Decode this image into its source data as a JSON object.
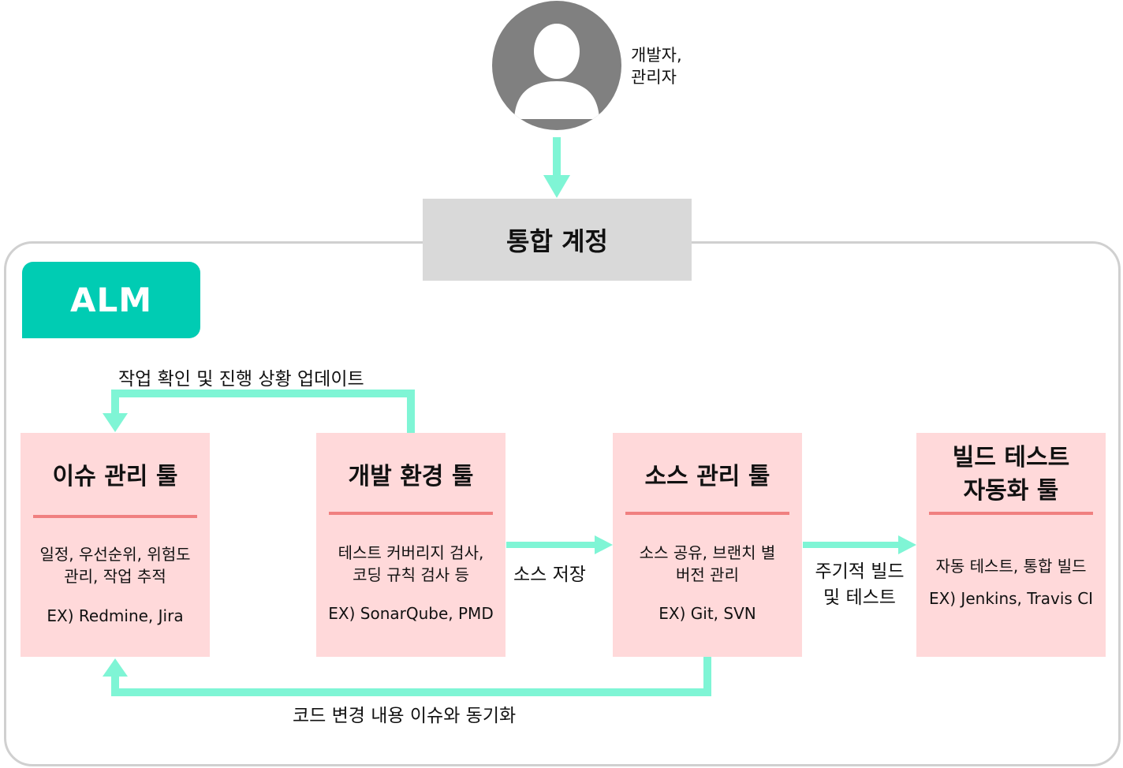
{
  "user": {
    "label_line1": "개발자,",
    "label_line2": "관리자"
  },
  "account": {
    "label": "통합 계정"
  },
  "alm": {
    "label": "ALM"
  },
  "tools": [
    {
      "title_line1": "이슈 관리 툴",
      "title_line2": "",
      "desc": "일정, 우선순위, 위험도\n관리, 작업 추적",
      "ex": "EX) Redmine, Jira"
    },
    {
      "title_line1": "개발 환경 툴",
      "title_line2": "",
      "desc": "테스트 커버리지 검사,\n코딩 규칙 검사 등",
      "ex": "EX) SonarQube, PMD"
    },
    {
      "title_line1": "소스 관리 툴",
      "title_line2": "",
      "desc": "소스 공유, 브랜치 별\n버전 관리",
      "ex": "EX) Git, SVN"
    },
    {
      "title_line1": "빌드 테스트",
      "title_line2": "자동화 툴",
      "desc": "자동 테스트, 통합 빌드",
      "ex": "EX) Jenkins, Travis CI"
    }
  ],
  "edges": {
    "progress_update": "작업 확인 및 진행 상황 업데이트",
    "save_source": "소스 저장",
    "periodic_build_line1": "주기적 빌드",
    "periodic_build_line2": "및 테스트",
    "sync_issue": "코드 변경 내용 이슈와 동기화"
  },
  "colors": {
    "arrow": "#7ff5d5",
    "tool_bg": "#ffd9da",
    "tool_rule": "#f08080",
    "alm_badge": "#00ccb3",
    "account_bg": "#d9d9d9",
    "avatar": "#808080"
  }
}
